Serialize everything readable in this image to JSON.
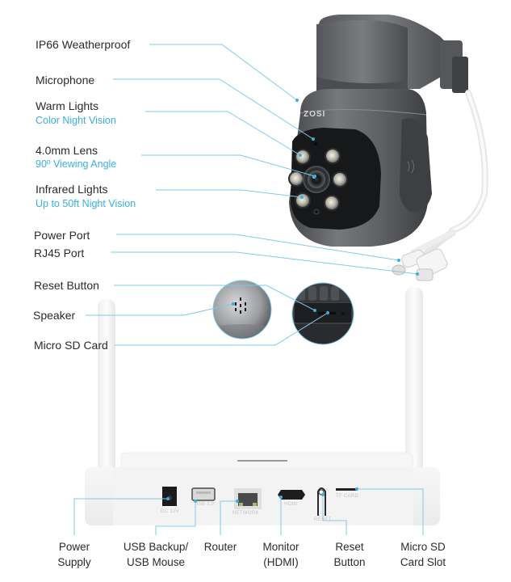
{
  "brand": "ZOSI",
  "camera_callouts": [
    {
      "title": "IP66 Weatherproof",
      "subtitle": null
    },
    {
      "title": "Microphone",
      "subtitle": null
    },
    {
      "title": "Warm Lights",
      "subtitle": "Color Night Vision"
    },
    {
      "title": "4.0mm Lens",
      "subtitle": "90º Viewing Angle"
    },
    {
      "title": "Infrared Lights",
      "subtitle": "Up to 50ft Night Vision"
    },
    {
      "title": "Power Port",
      "subtitle": null
    },
    {
      "title": "RJ45 Port",
      "subtitle": null
    },
    {
      "title": "Reset Button",
      "subtitle": null
    },
    {
      "title": "Speaker",
      "subtitle": null
    },
    {
      "title": "Micro SD Card",
      "subtitle": null
    }
  ],
  "nvr_port_markings": [
    "DC 12V",
    "USB 2.0",
    "NETWORK",
    "HDMI",
    "RESET",
    "TF CARD"
  ],
  "nvr_callouts": [
    {
      "line1": "Power",
      "line2": "Supply"
    },
    {
      "line1": "USB Backup/",
      "line2": "USB Mouse"
    },
    {
      "line1": "Router",
      "line2": ""
    },
    {
      "line1": "Monitor",
      "line2": "(HDMI)"
    },
    {
      "line1": "Reset",
      "line2": "Button"
    },
    {
      "line1": "Micro SD",
      "line2": "Card Slot"
    }
  ],
  "colors": {
    "leader_line": "#7fcbe4",
    "accent_text": "#3aaee0",
    "label_text": "#2b2b2b",
    "camera_body": "#5a5c60",
    "nvr_body": "#f2f2f2"
  }
}
